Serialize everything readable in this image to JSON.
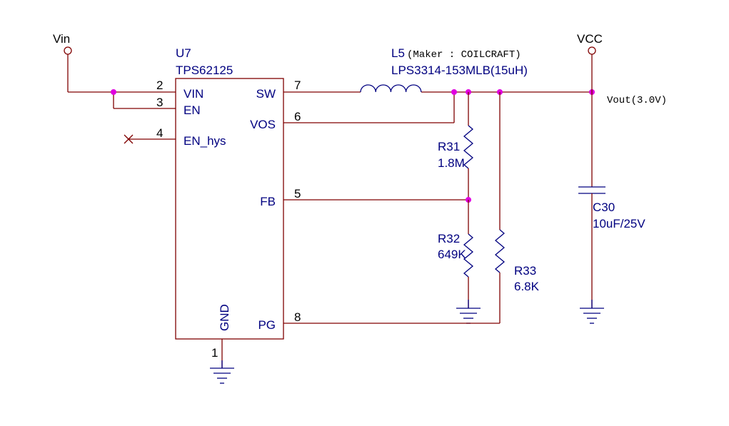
{
  "nets": {
    "vin": "Vin",
    "vcc": "VCC",
    "vout": "Vout(3.0V)"
  },
  "u7": {
    "ref": "U7",
    "part": "TPS62125",
    "pins": {
      "vin": {
        "name": "VIN",
        "num": "2"
      },
      "en": {
        "name": "EN",
        "num": "3"
      },
      "en_hys": {
        "name": "EN_hys",
        "num": "4"
      },
      "sw": {
        "name": "SW",
        "num": "7"
      },
      "vos": {
        "name": "VOS",
        "num": "6"
      },
      "fb": {
        "name": "FB",
        "num": "5"
      },
      "pg": {
        "name": "PG",
        "num": "8"
      },
      "gnd": {
        "name": "GND",
        "num": "1"
      }
    }
  },
  "l5": {
    "ref": "L5",
    "maker": "(Maker : COILCRAFT)",
    "value": "LPS3314-153MLB(15uH)"
  },
  "r31": {
    "ref": "R31",
    "value": "1.8M"
  },
  "r32": {
    "ref": "R32",
    "value": "649K"
  },
  "r33": {
    "ref": "R33",
    "value": "6.8K"
  },
  "c30": {
    "ref": "C30",
    "value": "10uF/25V"
  },
  "colors": {
    "wire": "#800000",
    "part": "#000080",
    "junction": "#e000e0",
    "background": "#ffffff"
  }
}
